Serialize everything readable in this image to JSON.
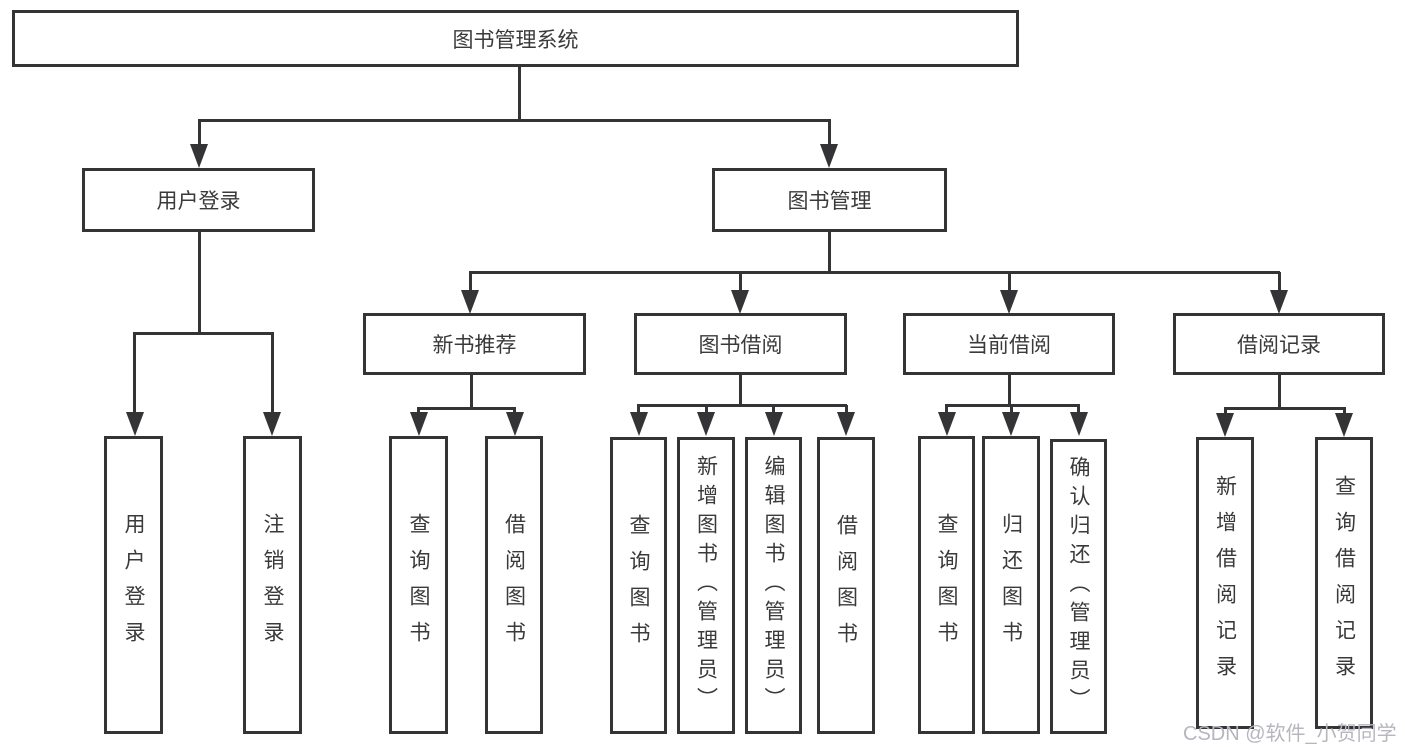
{
  "diagram": {
    "title": "图书管理系统",
    "root": {
      "label": "图书管理系统",
      "children": [
        {
          "label": "用户登录",
          "children": [
            {
              "label": "用户登录"
            },
            {
              "label": "注销登录"
            }
          ]
        },
        {
          "label": "图书管理",
          "children": [
            {
              "label": "新书推荐",
              "children": [
                {
                  "label": "查询图书"
                },
                {
                  "label": "借阅图书"
                }
              ]
            },
            {
              "label": "图书借阅",
              "children": [
                {
                  "label": "查询图书"
                },
                {
                  "label": "新增图书（管理员）"
                },
                {
                  "label": "编辑图书（管理员）"
                },
                {
                  "label": "借阅图书"
                }
              ]
            },
            {
              "label": "当前借阅",
              "children": [
                {
                  "label": "查询图书"
                },
                {
                  "label": "归还图书"
                },
                {
                  "label": "确认归还（管理员）"
                }
              ]
            },
            {
              "label": "借阅记录",
              "children": [
                {
                  "label": "新增借阅记录"
                },
                {
                  "label": "查询借阅记录"
                }
              ]
            }
          ]
        }
      ]
    },
    "watermark": "CSDN @软件_小贺同学",
    "colors": {
      "line": "#343436",
      "text": "#3a3a3a",
      "watermark": "#b6b6bf",
      "background": "#ffffff"
    }
  }
}
